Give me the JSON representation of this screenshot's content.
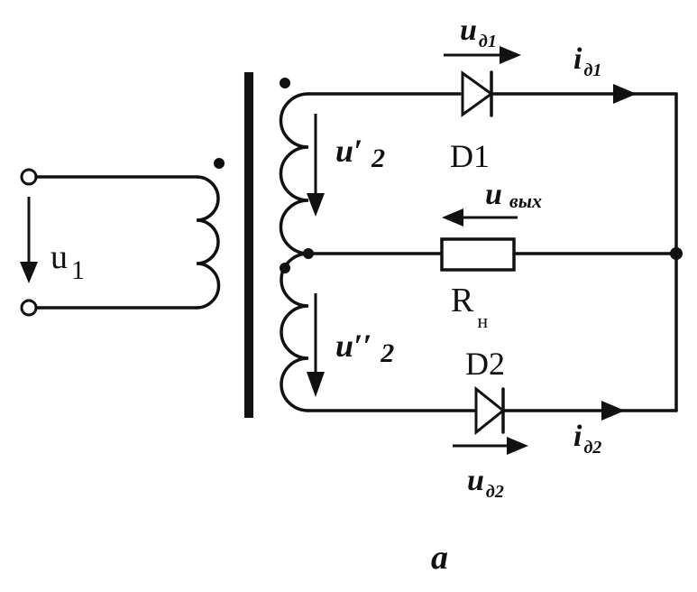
{
  "labels": {
    "u1": "u",
    "u1_sub": "1",
    "u2_top": "u′",
    "u2_top_sub": "2",
    "u2_bottom": "u′′",
    "u2_bottom_sub": "2",
    "ud1": "u",
    "ud1_sub": "д1",
    "id1": "i",
    "id1_sub": "д1",
    "d1": "D1",
    "uout": "u",
    "uout_sub": "вых",
    "rn": "R",
    "rn_sub": "н",
    "d2": "D2",
    "id2": "i",
    "id2_sub": "д2",
    "ud2": "u",
    "ud2_sub": "д2",
    "caption": "a"
  }
}
